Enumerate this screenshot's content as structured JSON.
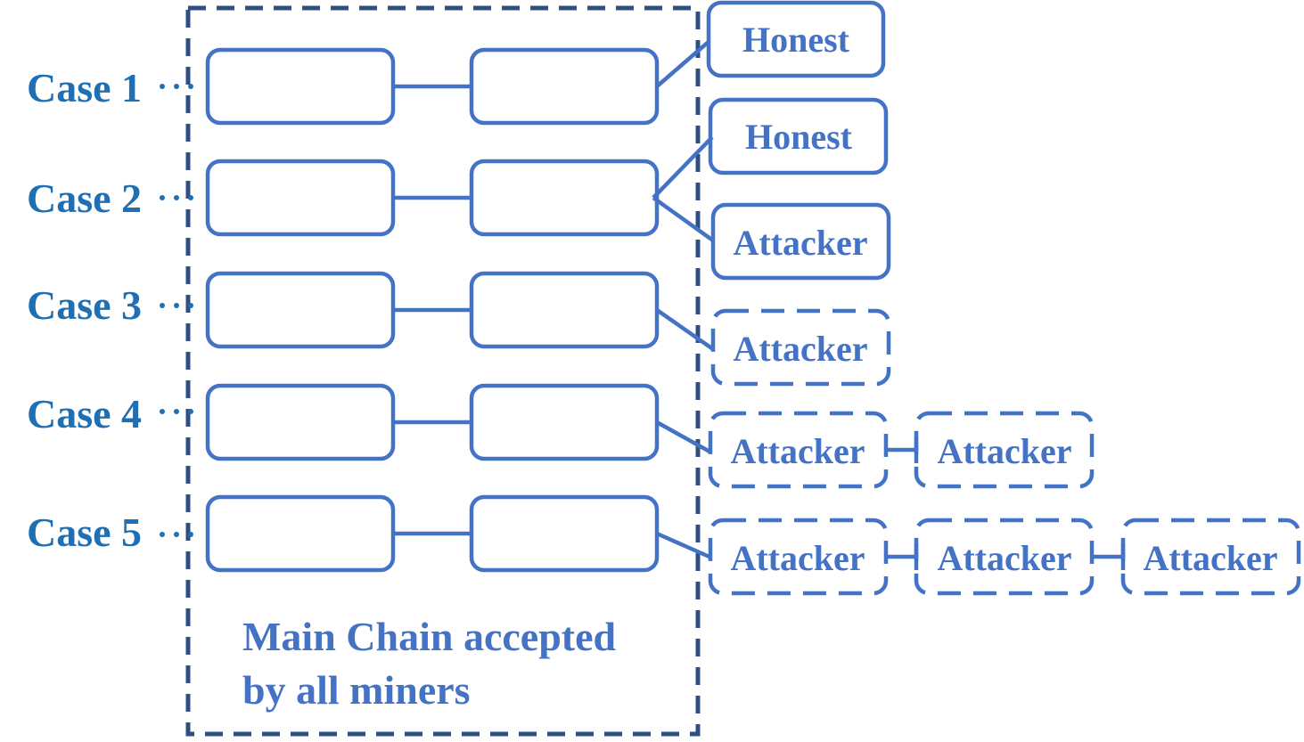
{
  "cases": [
    {
      "label": "Case 1",
      "branch": [
        {
          "label": "Honest",
          "style": "solid"
        }
      ]
    },
    {
      "label": "Case 2",
      "branch": [
        {
          "label": "Honest",
          "style": "solid"
        },
        {
          "label": "Attacker",
          "style": "solid"
        }
      ]
    },
    {
      "label": "Case 3",
      "branch": [
        {
          "label": "Attacker",
          "style": "dashed"
        }
      ]
    },
    {
      "label": "Case 4",
      "branch": [
        {
          "label": "Attacker",
          "style": "dashed"
        },
        {
          "label": "Attacker",
          "style": "dashed"
        }
      ]
    },
    {
      "label": "Case 5",
      "branch": [
        {
          "label": "Attacker",
          "style": "dashed"
        },
        {
          "label": "Attacker",
          "style": "dashed"
        },
        {
          "label": "Attacker",
          "style": "dashed"
        }
      ]
    }
  ],
  "main_chain": {
    "label_line1": "Main Chain accepted",
    "label_line2": "by all miners"
  },
  "colors": {
    "case_label": "#1f6fb5",
    "shape": "#4472c4",
    "frame": "#2f4f82"
  }
}
